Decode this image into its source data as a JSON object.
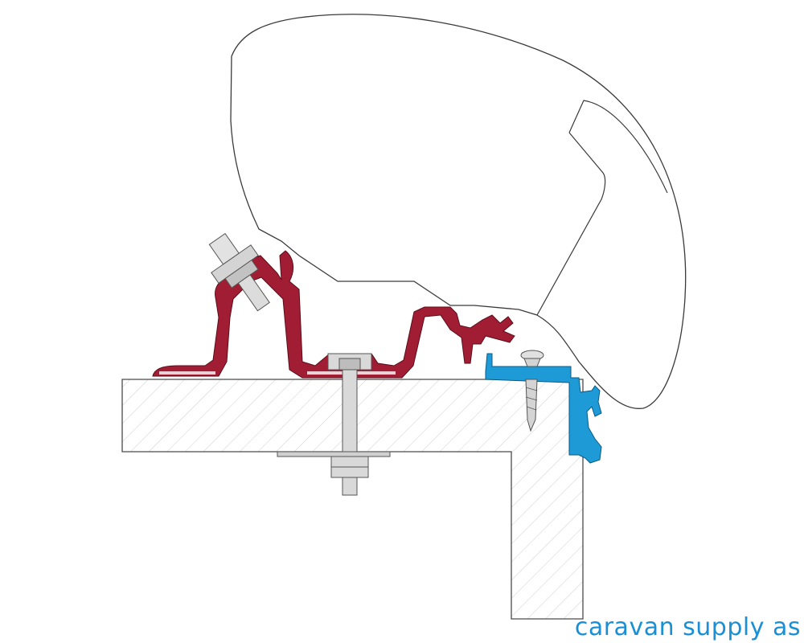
{
  "watermark": {
    "text": "caravan supply as",
    "color": "#1a8fd4"
  },
  "colors": {
    "background": "#ffffff",
    "outline": "#3a3a3a",
    "adapter_profile": "#a11d33",
    "wall_rail_profile": "#1e9bd7",
    "bolt": "#d4d4d4",
    "wall_hatch": "#c8c8c8"
  },
  "parts": {
    "awning_housing": "awning-cassette",
    "adapter_bracket": "mounting-adapter-profile",
    "wall_rail": "wall-rail-profile",
    "clamp_bolt": "clamp-bolt",
    "through_bolt": "through-bolt",
    "wood_screw": "wood-screw",
    "vehicle_wall": "vehicle-wall-section"
  }
}
